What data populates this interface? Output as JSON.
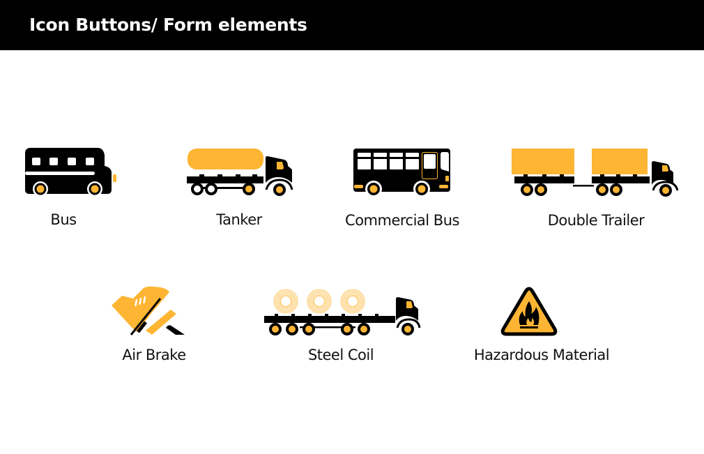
{
  "header": {
    "title": "Icon Buttons/ Form elements"
  },
  "colors": {
    "accent": "#FDB533",
    "ink": "#000000",
    "background": "#FFFFFF"
  },
  "icons": [
    {
      "label": "Bus",
      "icon": "school-bus-icon"
    },
    {
      "label": "Tanker",
      "icon": "tanker-truck-icon"
    },
    {
      "label": "Commercial Bus",
      "icon": "commercial-bus-icon"
    },
    {
      "label": "Double Trailer",
      "icon": "double-trailer-truck-icon"
    },
    {
      "label": "Air Brake",
      "icon": "air-brake-pedal-icon"
    },
    {
      "label": "Steel Coil",
      "icon": "steel-coil-truck-icon"
    },
    {
      "label": "Hazardous Material",
      "icon": "flammable-hazard-icon"
    }
  ]
}
